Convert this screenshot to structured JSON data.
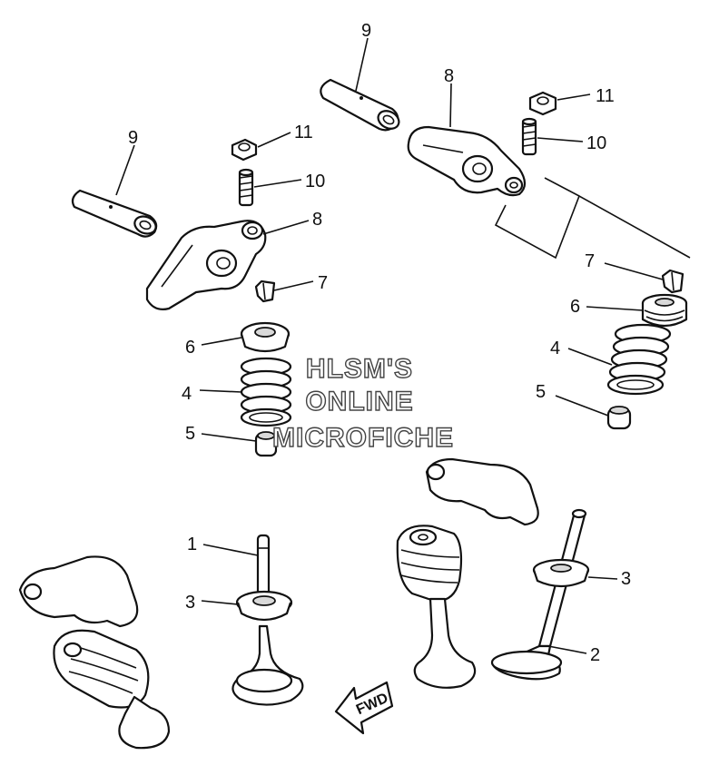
{
  "callouts": {
    "c9_left": "9",
    "c9_top": "9",
    "c8_left": "8",
    "c8_top": "8",
    "c11_left": "11",
    "c11_right": "11",
    "c10_left": "10",
    "c10_right": "10",
    "c7_left": "7",
    "c7_right": "7",
    "c6_left": "6",
    "c6_right": "6",
    "c4_left": "4",
    "c4_right": "4",
    "c5_left": "5",
    "c5_right": "5",
    "c1": "1",
    "c3_left": "3",
    "c3_right": "3",
    "c2": "2"
  },
  "watermark": {
    "line1": "HLSM'S",
    "line2": "ONLINE",
    "line3": "MICROFICHE"
  },
  "fwd_label": "FWD"
}
